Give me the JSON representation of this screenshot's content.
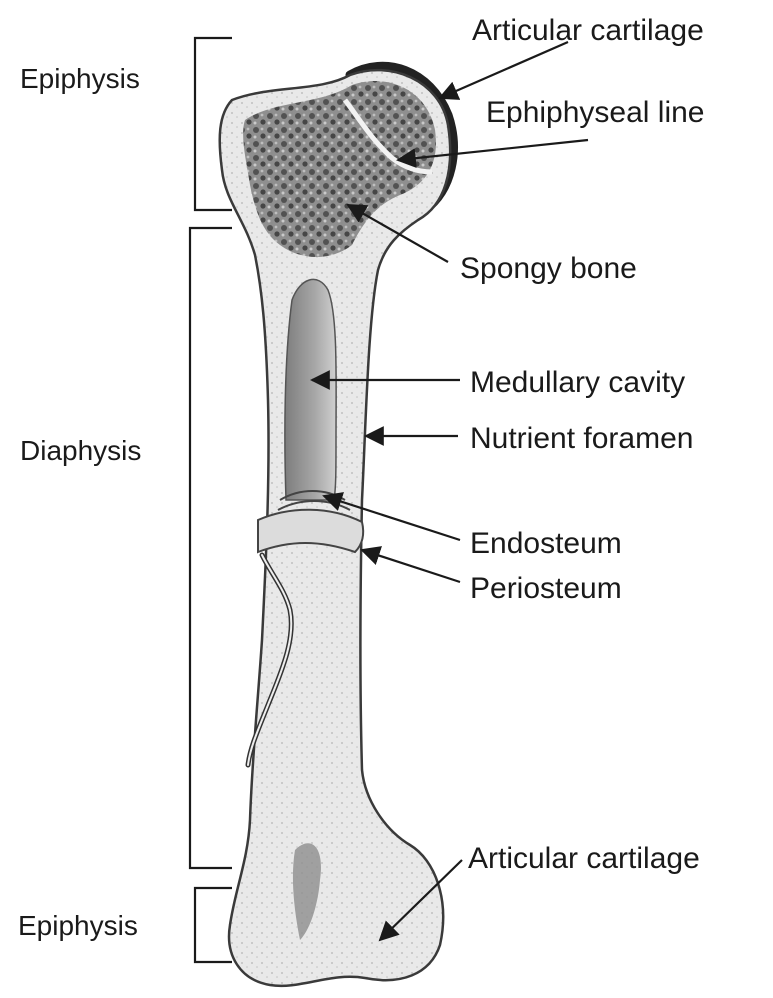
{
  "region_labels": {
    "proximal_epiphysis": "Epiphysis",
    "diaphysis": "Diaphysis",
    "distal_epiphysis": "Epiphysis"
  },
  "part_labels": {
    "articular_cartilage_top": "Articular cartilage",
    "epiphyseal_line": "Ephiphyseal line",
    "spongy_bone": "Spongy bone",
    "medullary_cavity": "Medullary cavity",
    "nutrient_foramen": "Nutrient foramen",
    "endosteum": "Endosteum",
    "periosteum": "Periosteum",
    "articular_cartilage_bottom": "Articular cartilage"
  },
  "colors": {
    "bone_fill": "#e6e6e6",
    "spongy": "#6f6f6f",
    "cartilage": "#2a2a2a",
    "cavity": "#9a9a9a",
    "text": "#1a1a1a"
  }
}
